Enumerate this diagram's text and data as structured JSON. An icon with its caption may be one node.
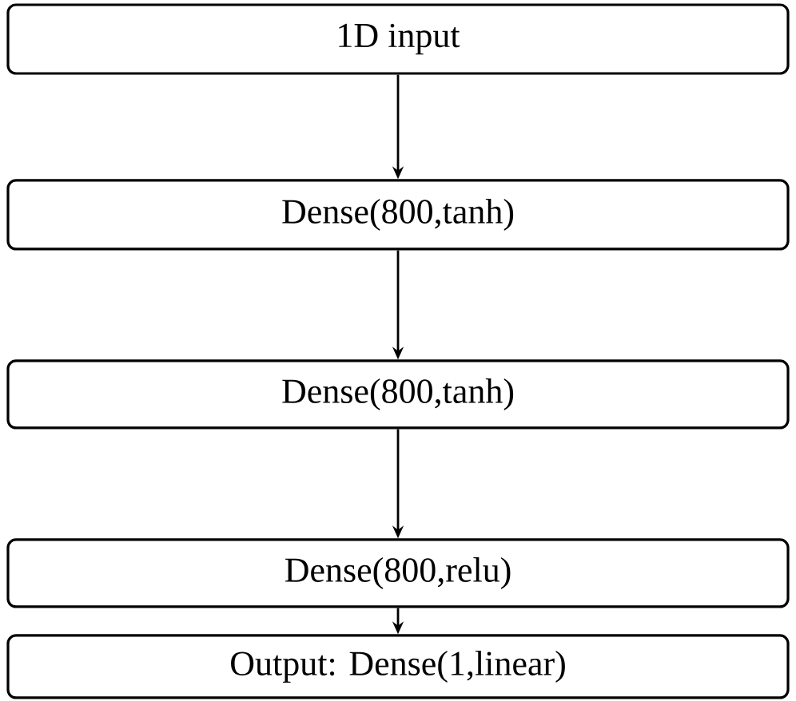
{
  "diagram": {
    "nodes": [
      {
        "text": [
          "1D input"
        ]
      },
      {
        "text": [
          "Dense(800,tanh)"
        ]
      },
      {
        "text": [
          "Dense(800,tanh)"
        ]
      },
      {
        "text": [
          "Dense(800,relu)"
        ]
      },
      {
        "text": [
          "Output: Dense(1,linear)"
        ]
      }
    ],
    "edges": [
      {
        "from": 0,
        "to": 1,
        "arrow": "to"
      },
      {
        "from": 1,
        "to": 2,
        "arrow": "to"
      },
      {
        "from": 2,
        "to": 3,
        "arrow": "to"
      },
      {
        "from": 3,
        "to": 4,
        "arrow": "to"
      }
    ]
  }
}
